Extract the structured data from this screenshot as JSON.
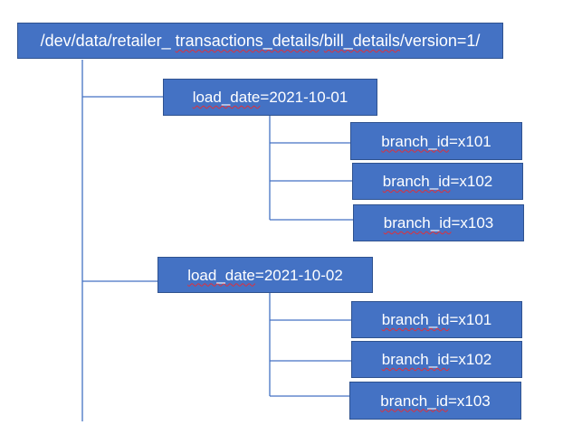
{
  "root": {
    "label_prefix": "/dev/data/retailer_ ",
    "label_squiggle_1": "transactions_details",
    "label_sep": "/",
    "label_squiggle_2": "bill_details",
    "label_suffix": "/version=1/"
  },
  "load_dates": [
    {
      "label_squiggle": "load_date",
      "label_value": "=2021-10-01",
      "branches": [
        {
          "label_squiggle": "branch_id",
          "label_value": "=x101"
        },
        {
          "label_squiggle": "branch_id",
          "label_value": "=x102"
        },
        {
          "label_squiggle": "branch_id",
          "label_value": "=x103"
        }
      ]
    },
    {
      "label_squiggle": "load_date",
      "label_value": "=2021-10-02",
      "branches": [
        {
          "label_squiggle": "branch_id",
          "label_value": "=x101"
        },
        {
          "label_squiggle": "branch_id",
          "label_value": "=x102"
        },
        {
          "label_squiggle": "branch_id",
          "label_value": "=x103"
        }
      ]
    }
  ],
  "colors": {
    "box_fill": "#4472c4",
    "box_border": "#2f528f",
    "connector": "#4472c4",
    "spellcheck_underline": "#e0303a"
  }
}
